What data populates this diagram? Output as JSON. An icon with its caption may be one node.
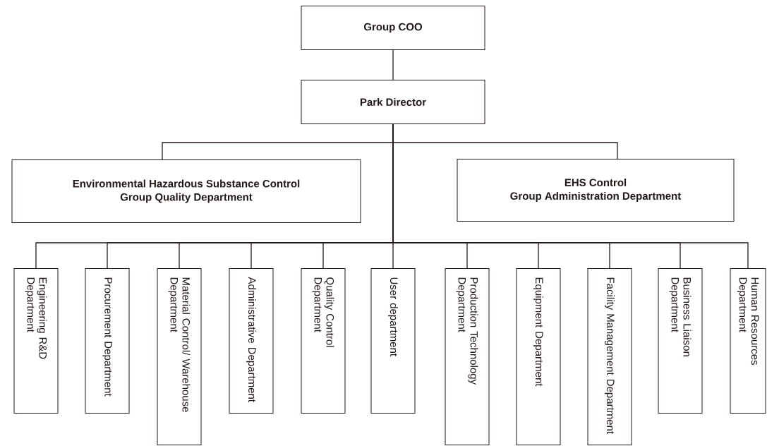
{
  "diagram": {
    "nodes": [
      {
        "text": [
          "Group COO"
        ]
      },
      {
        "text": [
          "Park  Director"
        ]
      },
      {
        "text": [
          "Environmental Hazardous Substance Control",
          "Group Quality Department"
        ]
      },
      {
        "text": [
          "EHS  Control",
          "Group  Administration  Department"
        ]
      },
      {
        "text": [
          "Engineering R&D Department"
        ]
      },
      {
        "text": [
          "Procurement Department"
        ]
      },
      {
        "text": [
          "Material Control/ Warehouse Department"
        ]
      },
      {
        "text": [
          "Administrative Department"
        ]
      },
      {
        "text": [
          "Quality Control Department"
        ]
      },
      {
        "text": [
          "User department"
        ]
      },
      {
        "text": [
          "Production Technology Department"
        ]
      },
      {
        "text": [
          "Equipment Department"
        ]
      },
      {
        "text": [
          "Facility Management Department"
        ]
      },
      {
        "text": [
          "Business Liaison Department"
        ]
      },
      {
        "text": [
          "Human Resources Department"
        ]
      }
    ],
    "edges": [
      {
        "from": 0,
        "to": 1,
        "arrow": "none"
      },
      {
        "from": 1,
        "to": 2,
        "arrow": "none"
      },
      {
        "from": 1,
        "to": 3,
        "arrow": "none"
      },
      {
        "from": 1,
        "to": 4,
        "arrow": "none"
      },
      {
        "from": 1,
        "to": 5,
        "arrow": "none"
      },
      {
        "from": 1,
        "to": 6,
        "arrow": "none"
      },
      {
        "from": 1,
        "to": 7,
        "arrow": "none"
      },
      {
        "from": 1,
        "to": 8,
        "arrow": "none"
      },
      {
        "from": 1,
        "to": 9,
        "arrow": "none"
      },
      {
        "from": 1,
        "to": 10,
        "arrow": "none"
      },
      {
        "from": 1,
        "to": 11,
        "arrow": "none"
      },
      {
        "from": 1,
        "to": 12,
        "arrow": "none"
      },
      {
        "from": 1,
        "to": 13,
        "arrow": "none"
      },
      {
        "from": 1,
        "to": 14,
        "arrow": "none"
      }
    ]
  }
}
